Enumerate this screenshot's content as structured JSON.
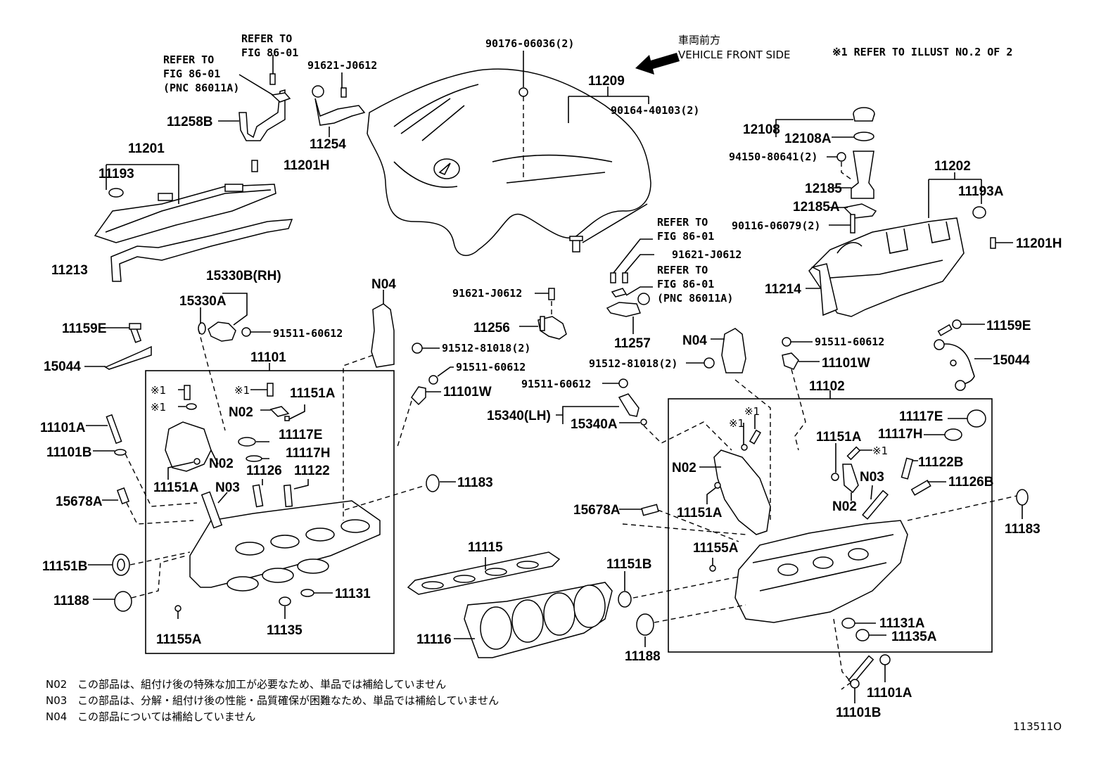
{
  "header": {
    "direction_jp": "車両前方",
    "direction_en": "VEHICLE FRONT SIDE",
    "illust_ref": "※1 REFER TO ILLUST NO.2 OF 2"
  },
  "labels": {
    "refer_fig_a": "REFER TO",
    "refer_fig_a2": "FIG 86-01",
    "refer_fig_b": "REFER TO",
    "refer_fig_b2": "FIG 86-01",
    "refer_fig_b3": "(PNC 86011A)",
    "p_91621_j0612_top": "91621-J0612",
    "p_11258b": "11258B",
    "p_11254": "11254",
    "p_90176": "90176-06036(2)",
    "p_11209": "11209",
    "p_90164": "90164-40103(2)",
    "p_11201": "11201",
    "p_11193": "11193",
    "p_11201h_l": "11201H",
    "p_11213": "11213",
    "p_15330b": "15330B(RH)",
    "p_15330a": "15330A",
    "p_91511_l": "91511-60612",
    "p_11159e_l": "11159E",
    "p_15044_l": "15044",
    "p_n04_l": "N04",
    "p_11101": "11101",
    "p_91512_l": "91512-81018(2)",
    "p_91511_mid": "91511-60612",
    "p_11101w_l": "11101W",
    "p_x1_a": "※1",
    "p_x1_b": "※1",
    "p_x1_c": "※1",
    "p_11151a_top": "11151A",
    "p_n02_a": "N02",
    "p_11117e_l": "11117E",
    "p_11117h_l": "11117H",
    "p_n02_b": "N02",
    "p_11126": "11126",
    "p_11122": "11122",
    "p_11151a_bot": "11151A",
    "p_n03_l": "N03",
    "p_11101a_l": "11101A",
    "p_11101b_l": "11101B",
    "p_15678a_l": "15678A",
    "p_11183_l": "11183",
    "p_11151b_l": "11151B",
    "p_11188_l": "11188",
    "p_11155a_l": "11155A",
    "p_11135": "11135",
    "p_11131": "11131",
    "p_11115": "11115",
    "p_11116": "11116",
    "p_91621_mid": "91621-J0612",
    "p_11256": "11256",
    "p_refer_c": "REFER TO",
    "p_refer_c2": "FIG 86-01",
    "p_91621_right": "91621-J0612",
    "p_refer_d": "REFER TO",
    "p_refer_d2": "FIG 86-01",
    "p_refer_d3": "(PNC 86011A)",
    "p_11257": "11257",
    "p_91512_r": "91512-81018(2)",
    "p_n04_r": "N04",
    "p_91511_r1": "91511-60612",
    "p_15340": "15340(LH)",
    "p_15340a": "15340A",
    "p_12108": "12108",
    "p_12108a": "12108A",
    "p_94150": "94150-80641(2)",
    "p_12185": "12185",
    "p_12185a": "12185A",
    "p_90116": "90116-06079(2)",
    "p_11202": "11202",
    "p_11193a": "11193A",
    "p_11201h_r": "11201H",
    "p_11214": "11214",
    "p_11159e_r": "11159E",
    "p_15044_r": "15044",
    "p_91511_r2": "91511-60612",
    "p_11101w_r": "11101W",
    "p_11102": "11102",
    "p_x1_d": "※1",
    "p_x1_e": "※1",
    "p_n02_c": "N02",
    "p_11151a_r1": "11151A",
    "p_11117e_r": "11117E",
    "p_11117h_r": "11117H",
    "p_11151a_r2": "11151A",
    "p_x1_f": "※1",
    "p_11122b": "11122B",
    "p_n03_r": "N03",
    "p_11126b": "11126B",
    "p_n02_d": "N02",
    "p_15678a_r": "15678A",
    "p_11183_r": "11183",
    "p_11155a_r": "11155A",
    "p_11151b_r": "11151B",
    "p_11188_r": "11188",
    "p_11131a": "11131A",
    "p_11135a": "11135A",
    "p_11101a_r": "11101A",
    "p_11101b_r": "11101B"
  },
  "notes": [
    {
      "code": "N02",
      "text": "この部品は、組付け後の特殊な加工が必要なため、単品では補給していません"
    },
    {
      "code": "N03",
      "text": "この部品は、分解・組付け後の性能・品質確保が困難なため、単品では補給していません"
    },
    {
      "code": "N04",
      "text": "この部品については補給していません"
    }
  ],
  "illustration_id": "113511O"
}
